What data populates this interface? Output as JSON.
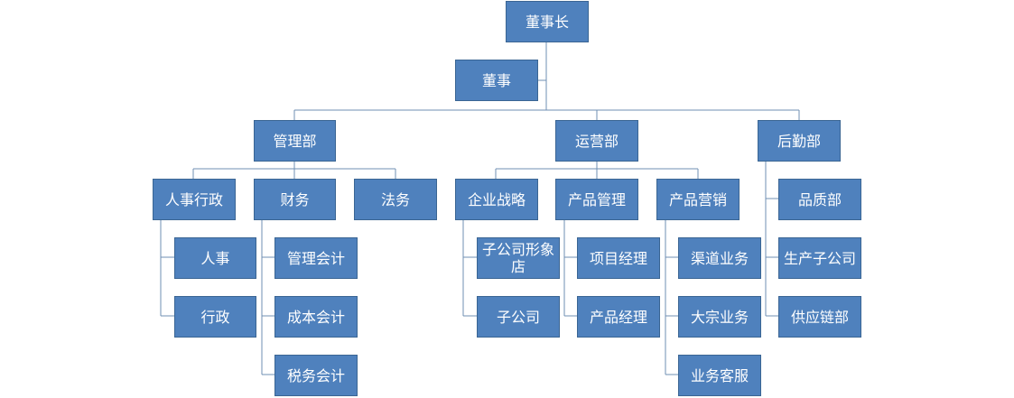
{
  "nodes": {
    "chairman": "董事长",
    "director": "董事",
    "management": "管理部",
    "operations": "运营部",
    "logistics": "后勤部",
    "hr_admin": "人事行政",
    "finance": "财务",
    "legal": "法务",
    "hr": "人事",
    "admin": "行政",
    "mgmt_accounting": "管理会计",
    "cost_accounting": "成本会计",
    "tax_accounting": "税务会计",
    "strategy": "企业战略",
    "product_mgmt": "产品管理",
    "product_marketing": "产品营销",
    "subsidiary_store": "子公司形象店",
    "subsidiary": "子公司",
    "project_manager": "项目经理",
    "product_manager": "产品经理",
    "channel_business": "渠道业务",
    "bulk_business": "大宗业务",
    "customer_service": "业务客服",
    "quality": "品质部",
    "production_subsidiary": "生产子公司",
    "supply_chain": "供应链部"
  }
}
